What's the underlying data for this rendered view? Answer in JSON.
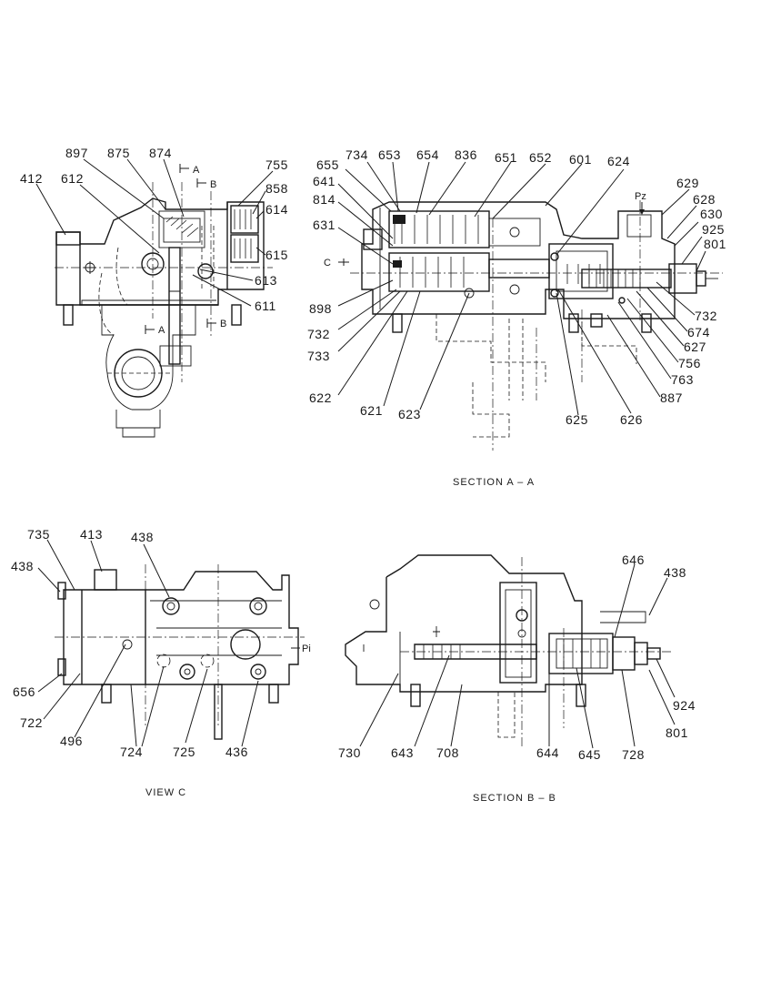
{
  "views": {
    "top_left": {
      "labels": [
        "412",
        "612",
        "897",
        "875",
        "874",
        "755",
        "858",
        "614",
        "615",
        "613",
        "611"
      ],
      "markers": {
        "a_top": "A",
        "b_top": "B",
        "a_bottom": "A",
        "b_bottom": "B"
      }
    },
    "section_aa": {
      "caption": "SECTION  A – A",
      "labels_left": [
        "655",
        "734",
        "653",
        "654",
        "836",
        "651",
        "652",
        "601",
        "624",
        "641",
        "814",
        "631",
        "898",
        "732",
        "733",
        "622",
        "621",
        "623"
      ],
      "labels_right": [
        "629",
        "628",
        "630",
        "925",
        "801",
        "732",
        "674",
        "627",
        "756",
        "763",
        "887",
        "626",
        "625"
      ],
      "port_pz": "Pz",
      "marker_c": "C"
    },
    "view_c": {
      "caption": "VIEW  C",
      "labels": [
        "735",
        "413",
        "438",
        "438",
        "656",
        "722",
        "496",
        "724",
        "725",
        "436"
      ],
      "port_pi": "Pi"
    },
    "section_bb": {
      "caption": "SECTION  B – B",
      "labels": [
        "646",
        "438",
        "924",
        "801",
        "730",
        "643",
        "708",
        "644",
        "645",
        "728"
      ]
    }
  }
}
